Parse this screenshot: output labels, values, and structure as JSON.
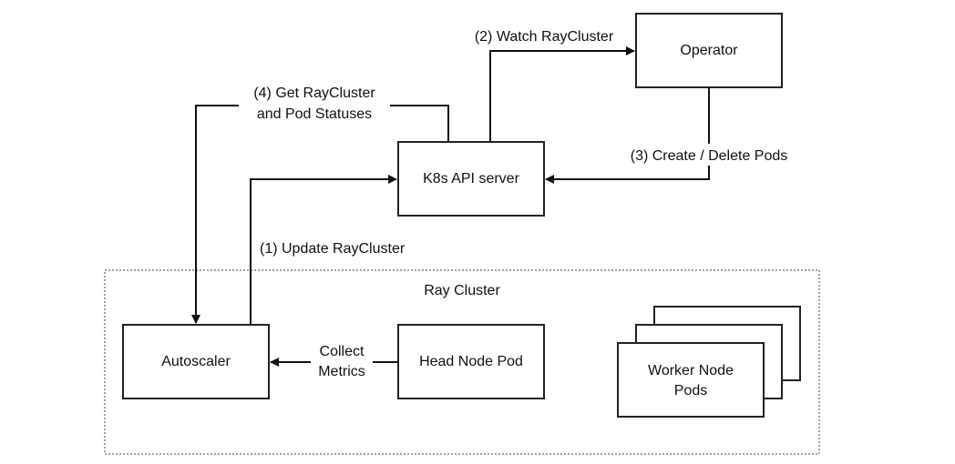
{
  "diagram": {
    "nodes": {
      "operator": "Operator",
      "k8s_api_server": "K8s API server",
      "autoscaler": "Autoscaler",
      "head_node_pod": "Head Node Pod",
      "worker_node_pods_line1": "Worker Node",
      "worker_node_pods_line2": "Pods"
    },
    "group": {
      "ray_cluster": "Ray Cluster"
    },
    "edges": {
      "watch_raycluster": "(2) Watch RayCluster",
      "get_statuses_line1": "(4) Get RayCluster",
      "get_statuses_line2": "and Pod Statuses",
      "create_delete_pods": "(3) Create / Delete Pods",
      "update_raycluster": "(1) Update RayCluster",
      "collect_metrics_line1": "Collect",
      "collect_metrics_line2": "Metrics"
    }
  }
}
